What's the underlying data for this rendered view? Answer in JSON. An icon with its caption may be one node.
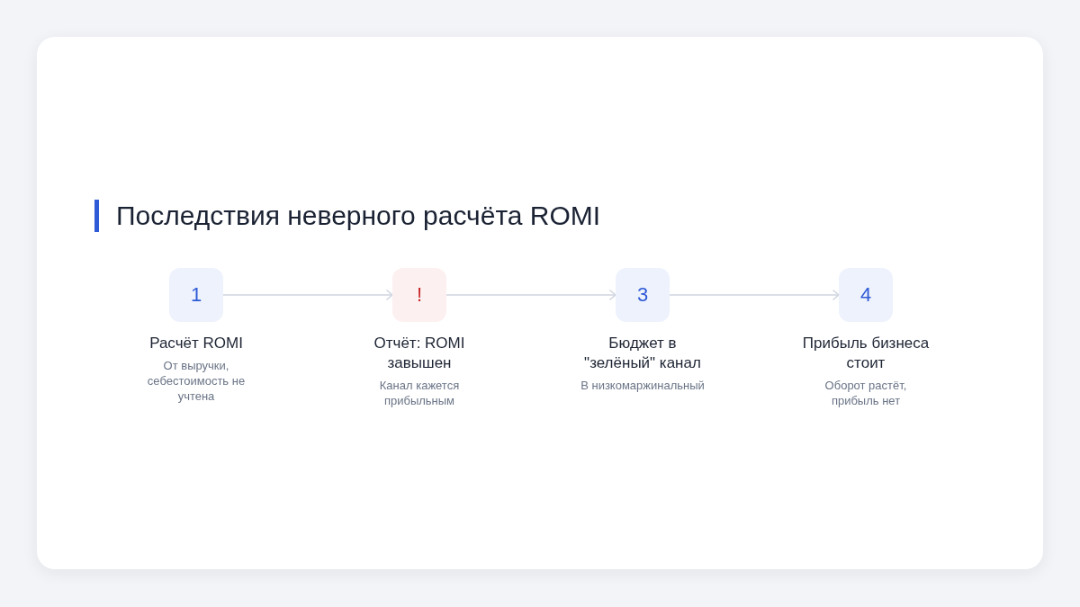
{
  "diagram": {
    "title": "Последствия неверного расчёта ROMI",
    "nodes": [
      {
        "text": [
          "1"
        ],
        "beside": [
          "Расчёт ROMI",
          "От выручки, себестоимость не учтена"
        ]
      },
      {
        "text": [
          "!"
        ],
        "beside": [
          "Отчёт: ROMI завышен",
          "Канал кажется прибыльным"
        ]
      },
      {
        "text": [
          "3"
        ],
        "beside": [
          "Бюджет в \"зелёный\" канал",
          "В низкомаржинальный"
        ]
      },
      {
        "text": [
          "4"
        ],
        "beside": [
          "Прибыль бизнеса стоит",
          "Оборот растёт, прибыль нет"
        ]
      }
    ],
    "edges": [
      {
        "from": 0,
        "to": 1,
        "arrow": "to"
      },
      {
        "from": 1,
        "to": 2,
        "arrow": "to"
      },
      {
        "from": 2,
        "to": 3,
        "arrow": "to"
      }
    ]
  }
}
